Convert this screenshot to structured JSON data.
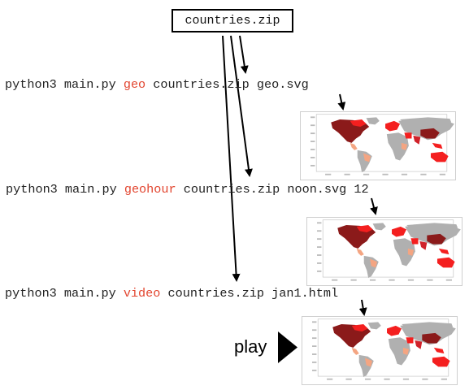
{
  "source": {
    "label": "countries.zip"
  },
  "commands": [
    {
      "prefix": "python3 main.py ",
      "subcommand": "geo",
      "args": " countries.zip geo.svg"
    },
    {
      "prefix": "python3 main.py ",
      "subcommand": "geohour",
      "args": " countries.zip noon.svg 12"
    },
    {
      "prefix": "python3 main.py ",
      "subcommand": "video",
      "args": " countries.zip jan1.html"
    }
  ],
  "outputs": [
    {
      "type": "world-map-thumbnail"
    },
    {
      "type": "world-map-thumbnail"
    },
    {
      "type": "world-map-thumbnail"
    }
  ],
  "play": {
    "label": "play"
  },
  "colors": {
    "subcommand": "#e2452f",
    "land_gray": "#b0b0b0",
    "dark_red": "#8b1a1a",
    "red": "#d0222a",
    "bright_red": "#f41f1f",
    "salmon": "#f4a582"
  }
}
